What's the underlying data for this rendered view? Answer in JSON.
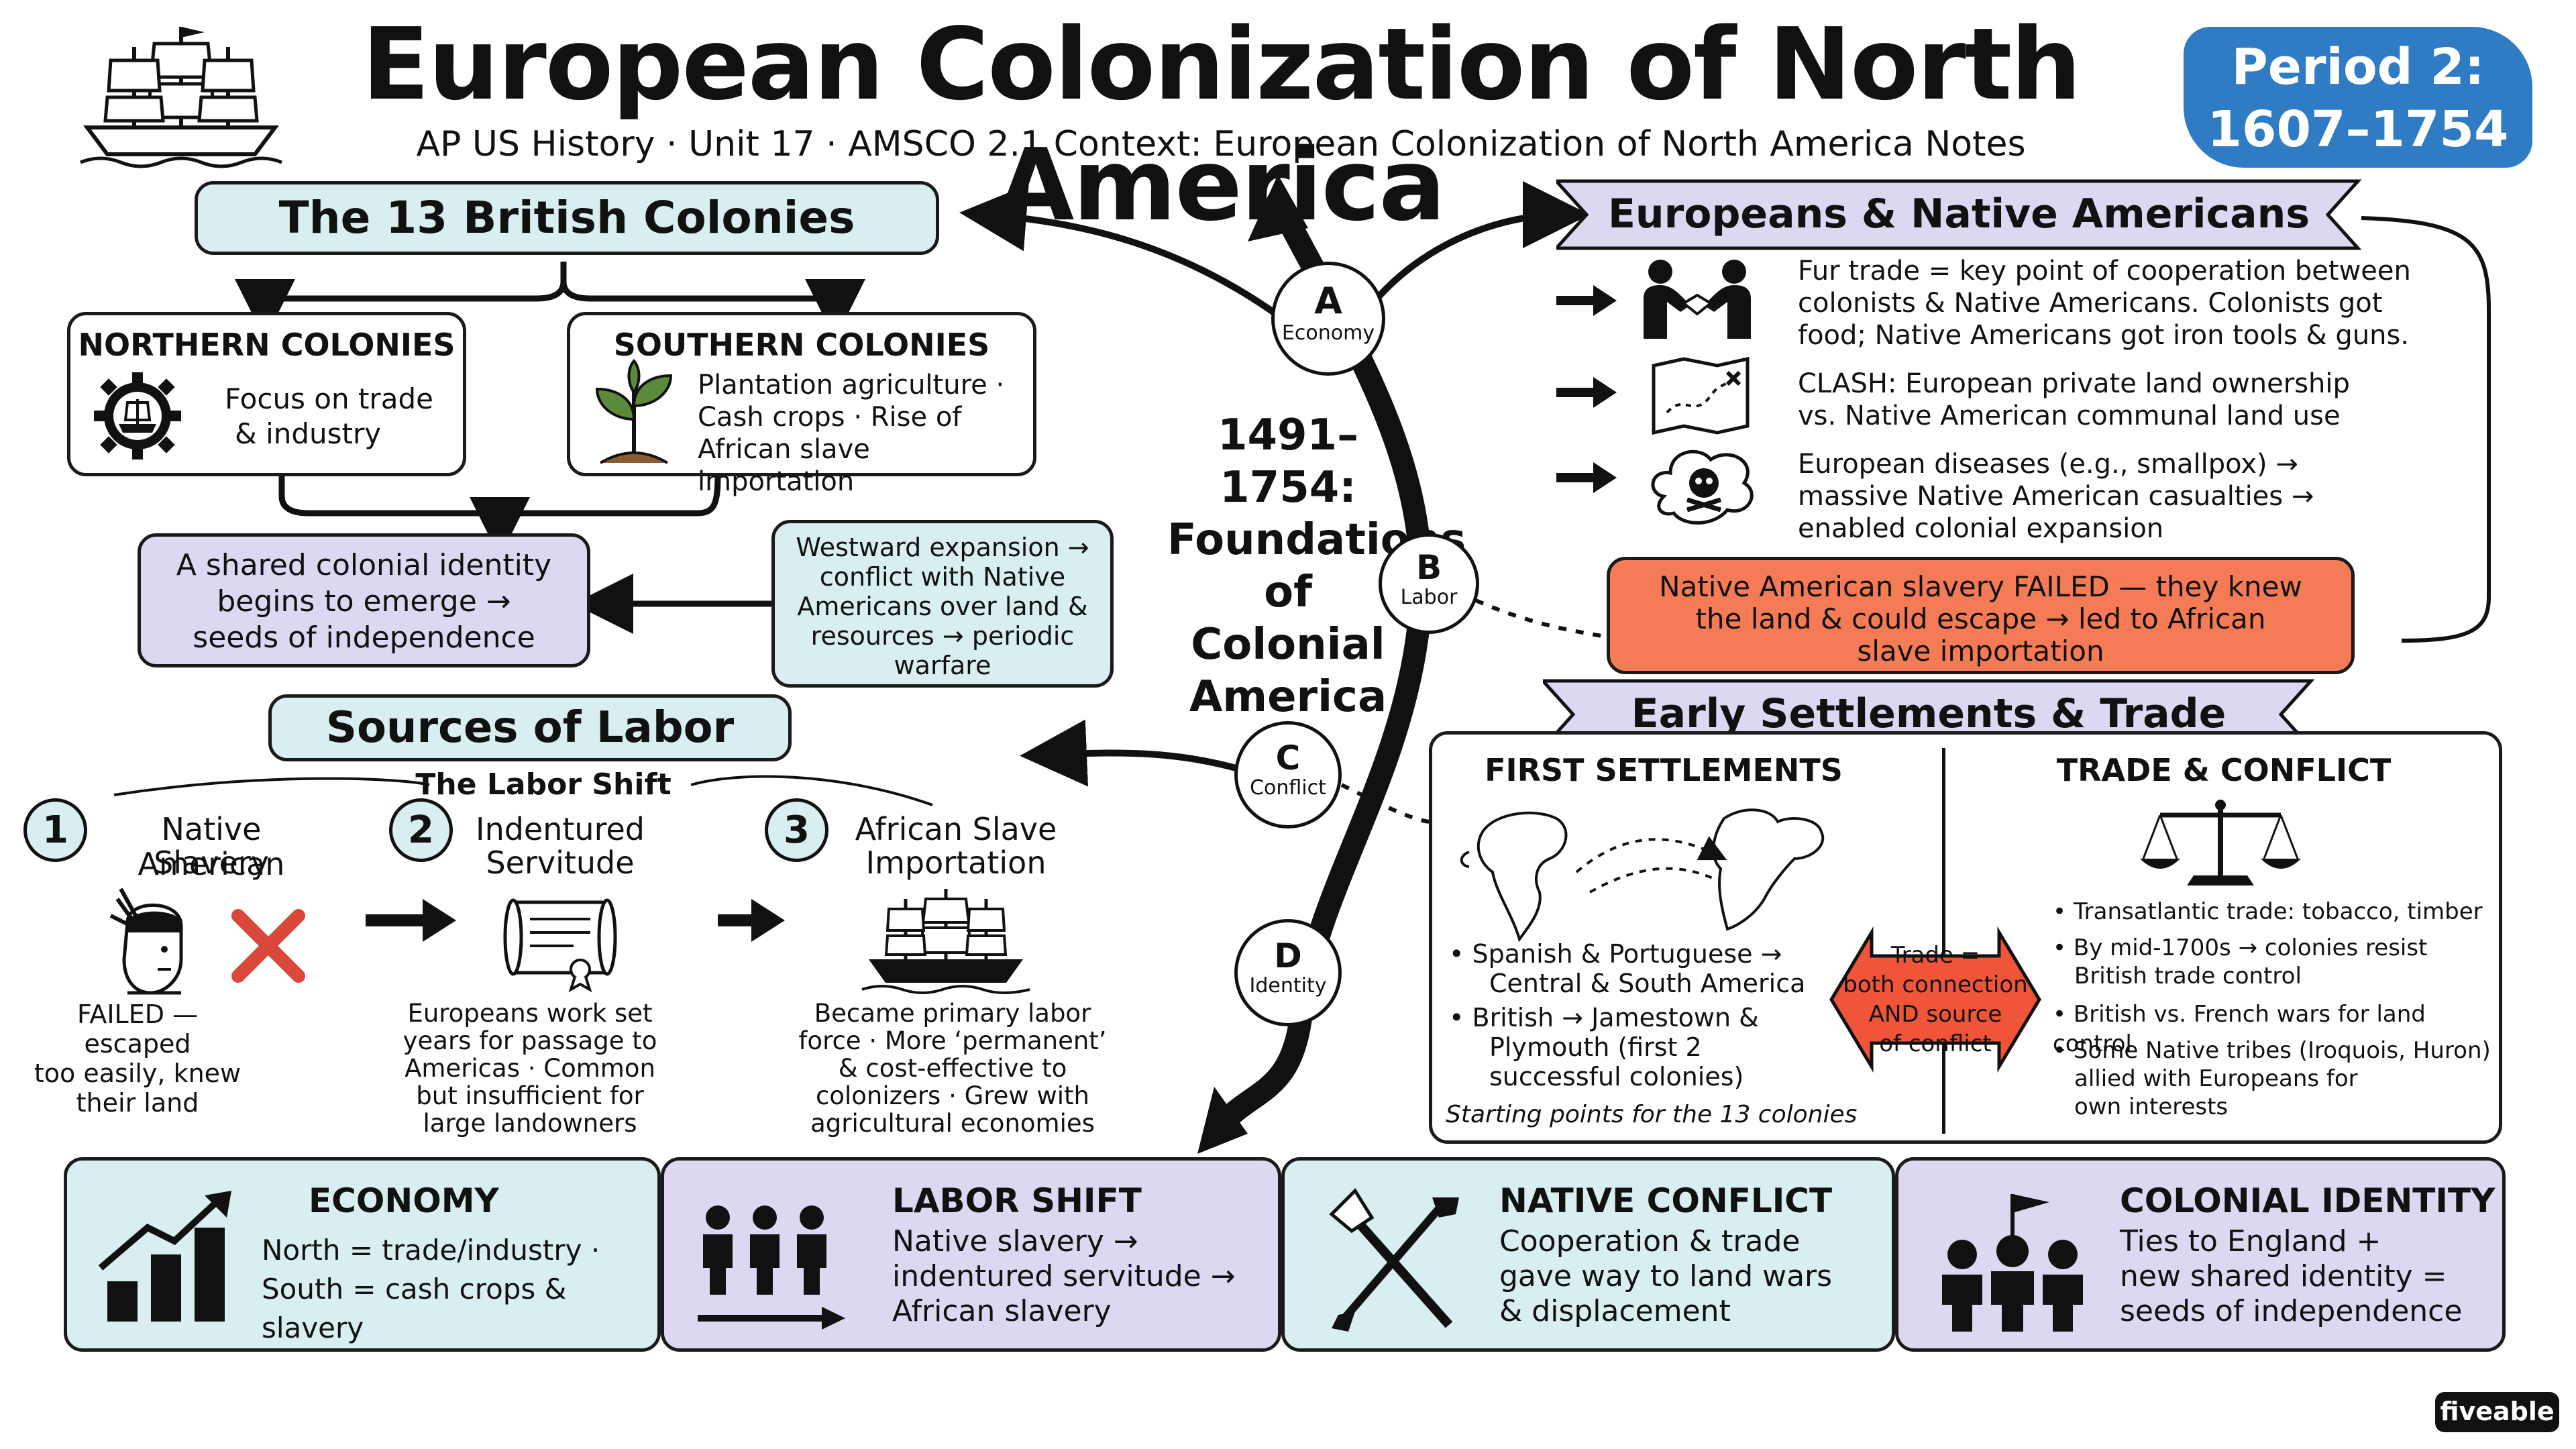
{
  "header": {
    "title": "European Colonization of North America",
    "subtitle": "AP US History · Unit 17 · AMSCO 2.1 Context: European Colonization of North America Notes",
    "period_line1": "Period 2:",
    "period_line2": "1607–1754"
  },
  "center": {
    "line1": "1491–1754:",
    "line2": "Foundations",
    "line3": "of",
    "line4": "Colonial",
    "line5": "America",
    "nodes": [
      {
        "letter": "A",
        "label": "Economy"
      },
      {
        "letter": "B",
        "label": "Labor"
      },
      {
        "letter": "C",
        "label": "Conflict"
      },
      {
        "letter": "D",
        "label": "Identity"
      }
    ]
  },
  "colonies": {
    "title": "The 13 British Colonies",
    "northern": {
      "title": "NORTHERN COLONIES",
      "text1": "Focus on trade",
      "text2": "& industry"
    },
    "southern": {
      "title": "SOUTHERN COLONIES",
      "text1": "Plantation agriculture ·",
      "text2": "Cash crops · Rise of",
      "text3": "African slave importation"
    },
    "identity": {
      "line1": "A shared colonial identity",
      "line2": "begins to emerge →",
      "line3": "seeds of independence"
    },
    "westward": {
      "line1": "Westward expansion →",
      "line2": "conflict with Native",
      "line3": "Americans over land &",
      "line4": "resources → periodic",
      "line5": "warfare"
    }
  },
  "labor": {
    "title": "Sources of Labor",
    "shift_label": "The Labor Shift",
    "steps": [
      {
        "num": "1",
        "title1": "Native American",
        "title2": "Slavery",
        "desc": [
          "FAILED — escaped",
          "too easily, knew",
          "their land"
        ]
      },
      {
        "num": "2",
        "title1": "Indentured",
        "title2": "Servitude",
        "desc": [
          "Europeans work set",
          "years for passage to",
          "Americas · Common",
          "but insufficient for",
          "large landowners"
        ]
      },
      {
        "num": "3",
        "title1": "African Slave",
        "title2": "Importation",
        "desc": [
          "Became primary labor",
          "force · More ‘permanent’",
          "& cost-effective to",
          "colonizers · Grew with",
          "agricultural economies"
        ]
      }
    ]
  },
  "natives": {
    "title": "Europeans & Native Americans",
    "items": [
      {
        "icon": "handshake-icon",
        "lines": [
          "Fur trade = key point of cooperation between",
          "colonists & Native Americans. Colonists got",
          "food; Native Americans got iron tools & guns."
        ]
      },
      {
        "icon": "map-icon",
        "lines": [
          "CLASH: European private land ownership",
          "vs. Native American communal land use"
        ]
      },
      {
        "icon": "skull-icon",
        "lines": [
          "European diseases (e.g., smallpox) →",
          "massive Native American casualties →",
          "enabled colonial expansion"
        ]
      }
    ],
    "failed": {
      "line1": "Native American slavery FAILED — they knew",
      "line2": "the land & could escape → led to African",
      "line3": "slave importation"
    }
  },
  "settlements": {
    "title": "Early Settlements & Trade",
    "first_title": "FIRST SETTLEMENTS",
    "first_items": [
      {
        "l1": "• Spanish & Portuguese →",
        "l2": "Central & South America"
      },
      {
        "l1": "• British → Jamestown &",
        "l2": "Plymouth (first 2",
        "l3": "successful colonies)"
      }
    ],
    "first_caption": "Starting points for the 13 colonies",
    "trade_title": "TRADE & CONFLICT",
    "trade_items": [
      {
        "l1": "• Transatlantic trade: tobacco, timber"
      },
      {
        "l1": "• By mid-1700s → colonies resist",
        "l2": "British trade control"
      },
      {
        "l1": "• British vs. French wars for land control"
      },
      {
        "l1": "• Some Native tribes (Iroquois, Huron)",
        "l2": "allied with Europeans for",
        "l3": "own interests"
      }
    ],
    "trade_badge": {
      "l1": "Trade =",
      "l2": "both connection",
      "l3": "AND source",
      "l4": "of conflict"
    }
  },
  "bottom": [
    {
      "title": "ECONOMY",
      "lines": [
        "North = trade/industry ·",
        "South = cash crops & slavery"
      ],
      "icon": "bar-chart-icon"
    },
    {
      "title": "LABOR SHIFT",
      "lines": [
        "Native slavery →",
        "indentured servitude →",
        "African slavery"
      ],
      "icon": "people-arrow-icon"
    },
    {
      "title": "NATIVE CONFLICT",
      "lines": [
        "Cooperation & trade",
        "gave way to land wars",
        "& displacement"
      ],
      "icon": "crossed-weapons-icon"
    },
    {
      "title": "COLONIAL IDENTITY",
      "lines": [
        "Ties to England +",
        "new shared identity =",
        "seeds of independence"
      ],
      "icon": "group-flag-icon"
    }
  ],
  "brand": "fiveable",
  "colors": {
    "mint": "#d9eef0",
    "lavender": "#ddd7f1",
    "orange": "#f47b55",
    "blue": "#2f7bc4",
    "ink": "#111111"
  }
}
